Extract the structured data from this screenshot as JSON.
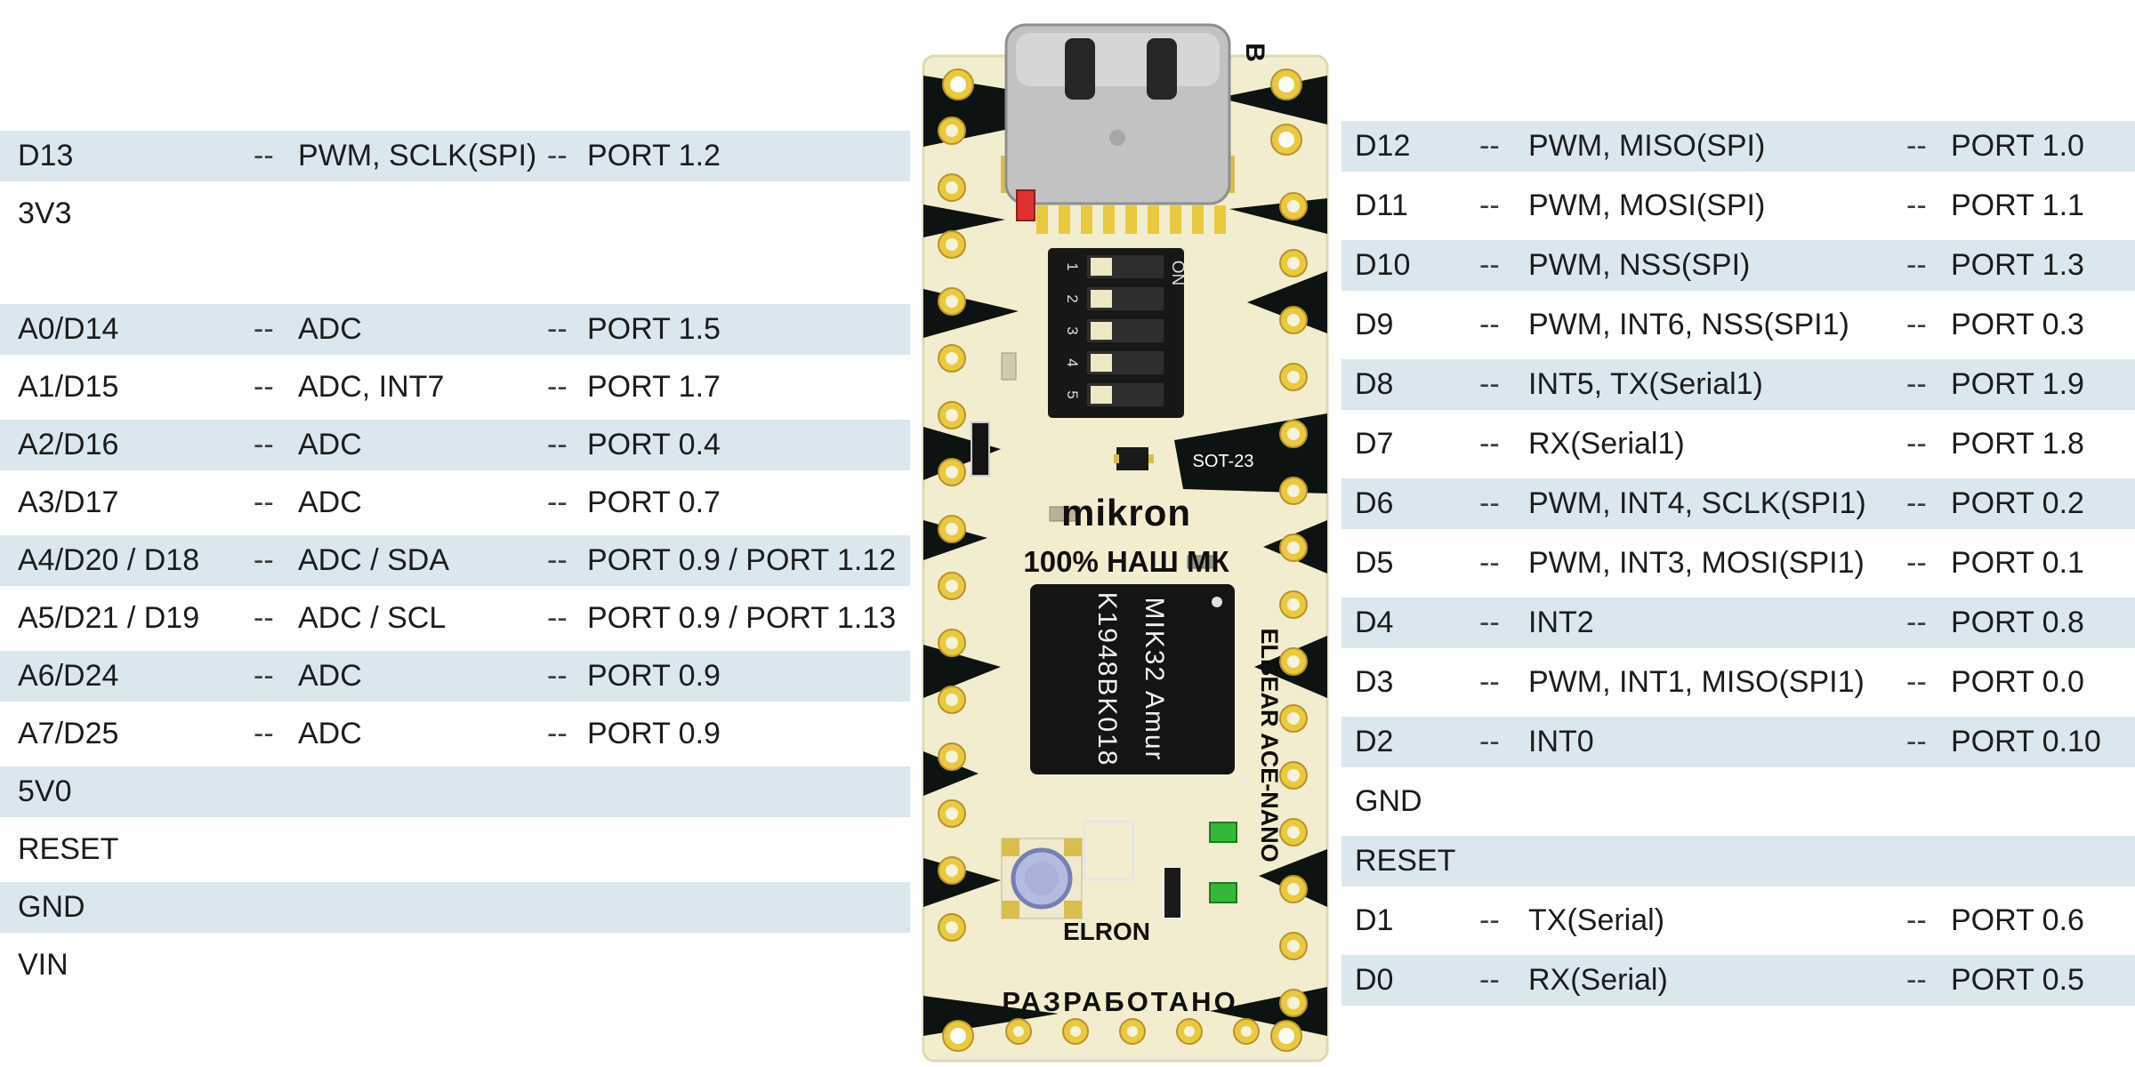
{
  "ui": {
    "dash": "--"
  },
  "colors": {
    "row_highlight": "#dbe7ee",
    "text": "#1c1c1c",
    "board_base": "#f3edcf",
    "pad_gold": "#e9c93f",
    "silkscreen_black": "#0d1310",
    "led_red": "#e03131",
    "led_green": "#35b83a",
    "button_blue": "#b3bbe0"
  },
  "left_table": {
    "rows": [
      {
        "pin": "D13",
        "function": "PWM, SCLK(SPI)",
        "port": "PORT 1.2",
        "highlight": true
      },
      {
        "pin": "3V3",
        "function": "",
        "port": "",
        "highlight": false,
        "gap_after": true
      },
      {
        "pin": "A0/D14",
        "function": "ADC",
        "port": "PORT 1.5",
        "highlight": true
      },
      {
        "pin": "A1/D15",
        "function": "ADC, INT7",
        "port": "PORT 1.7",
        "highlight": false
      },
      {
        "pin": "A2/D16",
        "function": "ADC",
        "port": "PORT 0.4",
        "highlight": true
      },
      {
        "pin": "A3/D17",
        "function": "ADC",
        "port": "PORT 0.7",
        "highlight": false
      },
      {
        "pin": "A4/D20 / D18",
        "function": "ADC / SDA",
        "port": "PORT 0.9 / PORT 1.12",
        "highlight": true
      },
      {
        "pin": "A5/D21 / D19",
        "function": "ADC / SCL",
        "port": "PORT 0.9 / PORT 1.13",
        "highlight": false
      },
      {
        "pin": "A6/D24",
        "function": "ADC",
        "port": "PORT 0.9",
        "highlight": true
      },
      {
        "pin": "A7/D25",
        "function": "ADC",
        "port": "PORT 0.9",
        "highlight": false
      },
      {
        "pin": "5V0",
        "function": "",
        "port": "",
        "highlight": true
      },
      {
        "pin": "RESET",
        "function": "",
        "port": "",
        "highlight": false
      },
      {
        "pin": "GND",
        "function": "",
        "port": "",
        "highlight": true
      },
      {
        "pin": "VIN",
        "function": "",
        "port": "",
        "highlight": false
      }
    ]
  },
  "right_table": {
    "rows": [
      {
        "pin": "D12",
        "function": "PWM, MISO(SPI)",
        "port": "PORT 1.0",
        "highlight": true
      },
      {
        "pin": "D11",
        "function": "PWM, MOSI(SPI)",
        "port": "PORT 1.1",
        "highlight": false
      },
      {
        "pin": "D10",
        "function": "PWM, NSS(SPI)",
        "port": "PORT 1.3",
        "highlight": true
      },
      {
        "pin": "D9",
        "function": "PWM, INT6, NSS(SPI1)",
        "port": "PORT 0.3",
        "highlight": false
      },
      {
        "pin": "D8",
        "function": "INT5, TX(Serial1)",
        "port": "PORT 1.9",
        "highlight": true
      },
      {
        "pin": "D7",
        "function": "RX(Serial1)",
        "port": "PORT 1.8",
        "highlight": false
      },
      {
        "pin": "D6",
        "function": "PWM, INT4, SCLK(SPI1)",
        "port": "PORT 0.2",
        "highlight": true
      },
      {
        "pin": "D5",
        "function": "PWM, INT3, MOSI(SPI1)",
        "port": "PORT 0.1",
        "highlight": false
      },
      {
        "pin": "D4",
        "function": "INT2",
        "port": "PORT 0.8",
        "highlight": true
      },
      {
        "pin": "D3",
        "function": "PWM, INT1, MISO(SPI1)",
        "port": "PORT 0.0",
        "highlight": false
      },
      {
        "pin": "D2",
        "function": "INT0",
        "port": "PORT 0.10",
        "highlight": true
      },
      {
        "pin": "GND",
        "function": "",
        "port": "",
        "highlight": false
      },
      {
        "pin": "RESET",
        "function": "",
        "port": "",
        "highlight": true
      },
      {
        "pin": "D1",
        "function": "TX(Serial)",
        "port": "PORT 0.6",
        "highlight": false
      },
      {
        "pin": "D0",
        "function": "RX(Serial)",
        "port": "PORT 0.5",
        "highlight": true
      }
    ]
  },
  "board": {
    "brand": "mikron",
    "slogan": "100% НАШ МК",
    "chip_line1": "K1948BK018",
    "chip_line2": "MIK32 Amur",
    "name_line1": "ELBEAR",
    "name_line2": "ACE-NANO",
    "package_label": "SOT-23",
    "designer": "ELRON",
    "bottom_label": "РАЗРАБОТАНО",
    "switch_on_label": "ON",
    "switch_numbers": [
      "1",
      "2",
      "3",
      "4",
      "5"
    ],
    "marker": "B"
  }
}
